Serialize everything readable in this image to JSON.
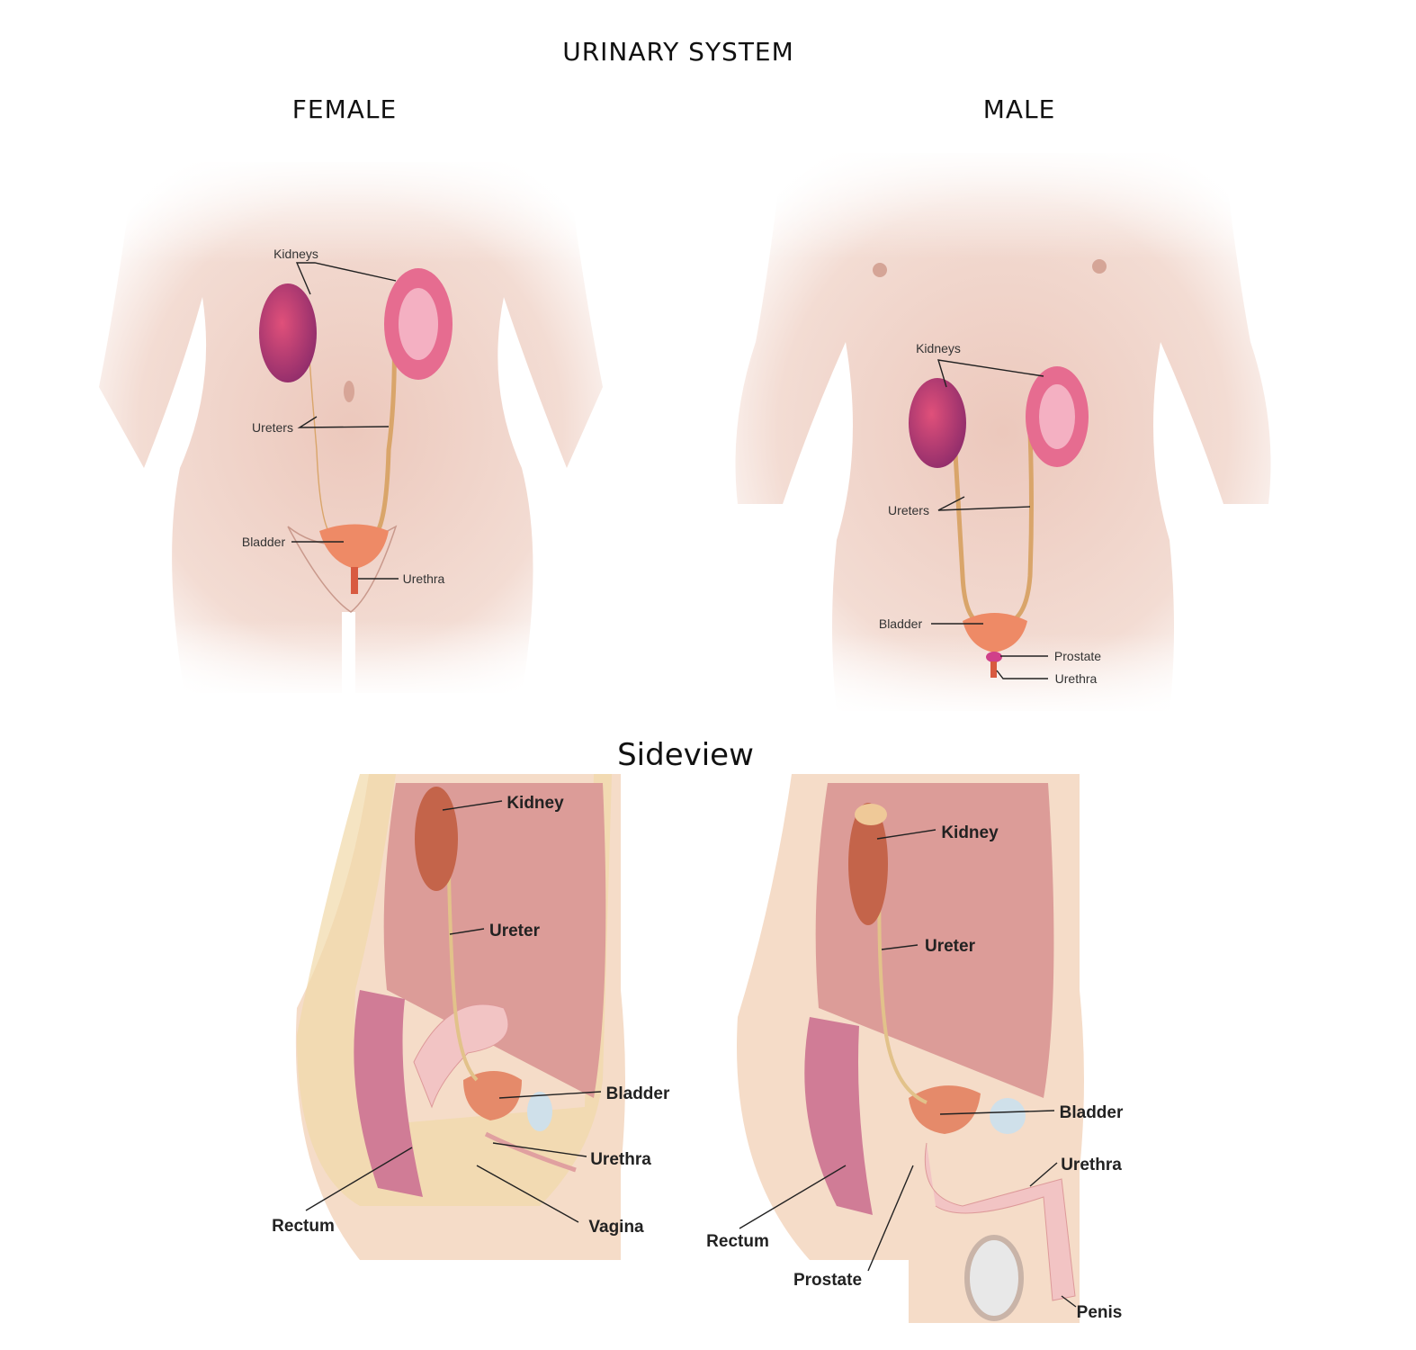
{
  "title": "URINARY SYSTEM",
  "female": {
    "heading": "FEMALE",
    "labels": {
      "kidneys": "Kidneys",
      "ureters": "Ureters",
      "bladder": "Bladder",
      "urethra": "Urethra"
    }
  },
  "male": {
    "heading": "MALE",
    "labels": {
      "kidneys": "Kidneys",
      "ureters": "Ureters",
      "bladder": "Bladder",
      "prostate": "Prostate",
      "urethra": "Urethra"
    }
  },
  "sideview": {
    "heading": "Sideview",
    "female": {
      "kidney": "Kidney",
      "ureter": "Ureter",
      "bladder": "Bladder",
      "urethra": "Urethra",
      "vagina": "Vagina",
      "rectum": "Rectum"
    },
    "male": {
      "kidney": "Kidney",
      "ureter": "Ureter",
      "bladder": "Bladder",
      "urethra": "Urethra",
      "rectum": "Rectum",
      "prostate": "Prostate",
      "penis": "Penis"
    }
  },
  "colors": {
    "skin": "#f2d6cc",
    "kidney": "#c0306a",
    "bladder": "#ee8a66",
    "ureter": "#e2b07a",
    "cavity": "#dc9c98"
  }
}
